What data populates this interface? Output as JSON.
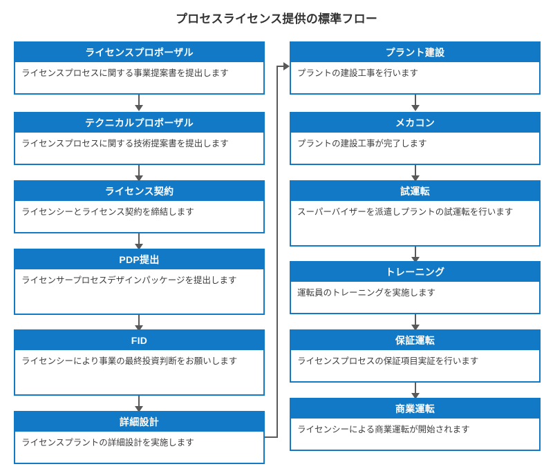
{
  "title": "プロセスライセンス提供の標準フロー",
  "theme": {
    "accent": "#1279C6",
    "header_text": "#FFFFFF",
    "body_text": "#3D3D3D",
    "connector": "#595959",
    "background": "#FFFFFF"
  },
  "columns": {
    "left": {
      "name": "左カラム",
      "nodes": [
        {
          "id": "license-proposal",
          "header": "ライセンスプロポーザル",
          "body": "ライセンスプロセスに関する事業提案書を提出します"
        },
        {
          "id": "technical-proposal",
          "header": "テクニカルプロポーザル",
          "body": "ライセンスプロセスに関する技術提案書を提出します"
        },
        {
          "id": "license-agreement",
          "header": "ライセンス契約",
          "body": "ライセンシーとライセンス契約を締結します"
        },
        {
          "id": "pdp-submission",
          "header": "PDP提出",
          "body": "ライセンサープロセスデザインパッケージを提出します"
        },
        {
          "id": "fid",
          "header": "FID",
          "body": "ライセンシーにより事業の最終投資判断をお願いします"
        },
        {
          "id": "detailed-design",
          "header": "詳細設計",
          "body": "ライセンスプラントの詳細設計を実施します"
        }
      ]
    },
    "right": {
      "name": "右カラム",
      "nodes": [
        {
          "id": "plant-construction",
          "header": "プラント建設",
          "body": "プラントの建設工事を行います"
        },
        {
          "id": "mechanical-completion",
          "header": "メカコン",
          "body": "プラントの建設工事が完了します"
        },
        {
          "id": "commissioning",
          "header": "試運転",
          "body": "スーパーバイザーを派遣しプラントの試運転を行います"
        },
        {
          "id": "training",
          "header": "トレーニング",
          "body": "運転員のトレーニングを実施します"
        },
        {
          "id": "guarantee-run",
          "header": "保証運転",
          "body": "ライセンスプロセスの保証項目実証を行います"
        },
        {
          "id": "commercial-operation",
          "header": "商業運転",
          "body": "ライセンシーによる商業運転が開始されます"
        }
      ]
    }
  },
  "connectors": {
    "left_chain": "縦方向矢印",
    "right_chain": "縦方向矢印",
    "bridge": "詳細設計からプラント建設への接続線"
  }
}
